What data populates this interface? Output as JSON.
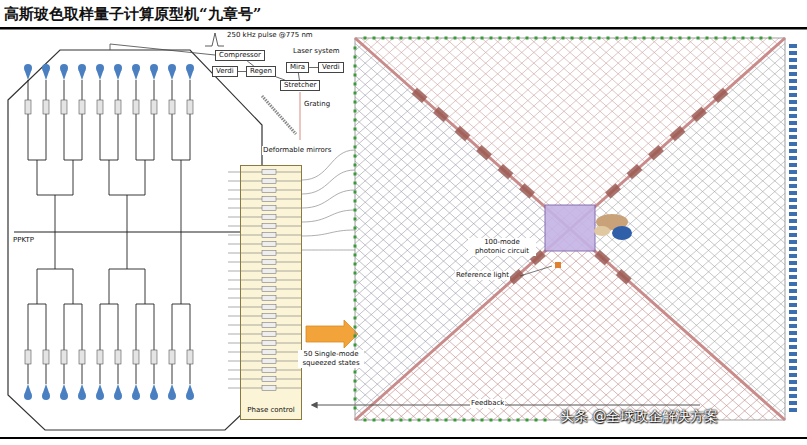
{
  "diagram": {
    "title": "高斯玻色取样量子计算原型机“九章号”",
    "nodes": [
      {
        "text": [
          "Compressor"
        ]
      },
      {
        "text": [
          "Verdi"
        ]
      },
      {
        "text": [
          "Regen"
        ]
      },
      {
        "text": [
          "Mira"
        ]
      },
      {
        "text": [
          "Verdi"
        ]
      },
      {
        "text": [
          "Stretcher"
        ]
      },
      {
        "text": [
          "Phase control"
        ]
      }
    ],
    "edges": [
      {
        "from": 1,
        "to": 2,
        "arrow": "none"
      },
      {
        "from": 2,
        "to": 0,
        "arrow": "none"
      },
      {
        "from": 4,
        "to": 3,
        "arrow": "none"
      },
      {
        "from": 3,
        "to": 5,
        "arrow": "none"
      },
      {
        "from": 5,
        "to": 2,
        "arrow": "none"
      }
    ],
    "labels": [
      "250 kHz pulse @775 nm",
      "Laser system",
      "Grating",
      "Deformable mirrors",
      "PPKTP",
      "50 Single-mode squeezed states",
      "100-mode photonic circuit",
      "Reference light",
      "Feedback",
      "头条 @全球政企解决方案"
    ]
  }
}
